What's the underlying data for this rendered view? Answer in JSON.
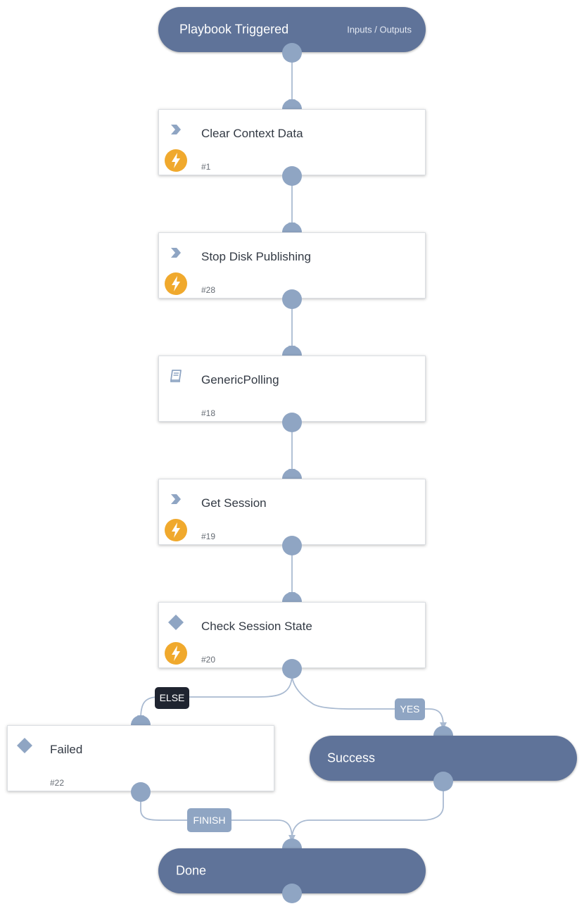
{
  "start": {
    "title": "Playbook Triggered",
    "link": "Inputs / Outputs"
  },
  "tasks": [
    {
      "title": "Clear Context Data",
      "num": "#1",
      "type": "command"
    },
    {
      "title": "Stop Disk Publishing",
      "num": "#28",
      "type": "command"
    },
    {
      "title": "GenericPolling",
      "num": "#18",
      "type": "playbook"
    },
    {
      "title": "Get Session",
      "num": "#19",
      "type": "command"
    },
    {
      "title": "Check Session State",
      "num": "#20",
      "type": "condition"
    },
    {
      "title": "Failed",
      "num": "#22",
      "type": "condition"
    }
  ],
  "success": {
    "title": "Success"
  },
  "done": {
    "title": "Done"
  },
  "branch_labels": {
    "else": "ELSE",
    "yes": "YES",
    "finish": "FINISH"
  },
  "colors": {
    "node": "#5f7399",
    "port": "#8fa5c3",
    "automation": "#f0a92d",
    "edge": "#a9bad1"
  }
}
